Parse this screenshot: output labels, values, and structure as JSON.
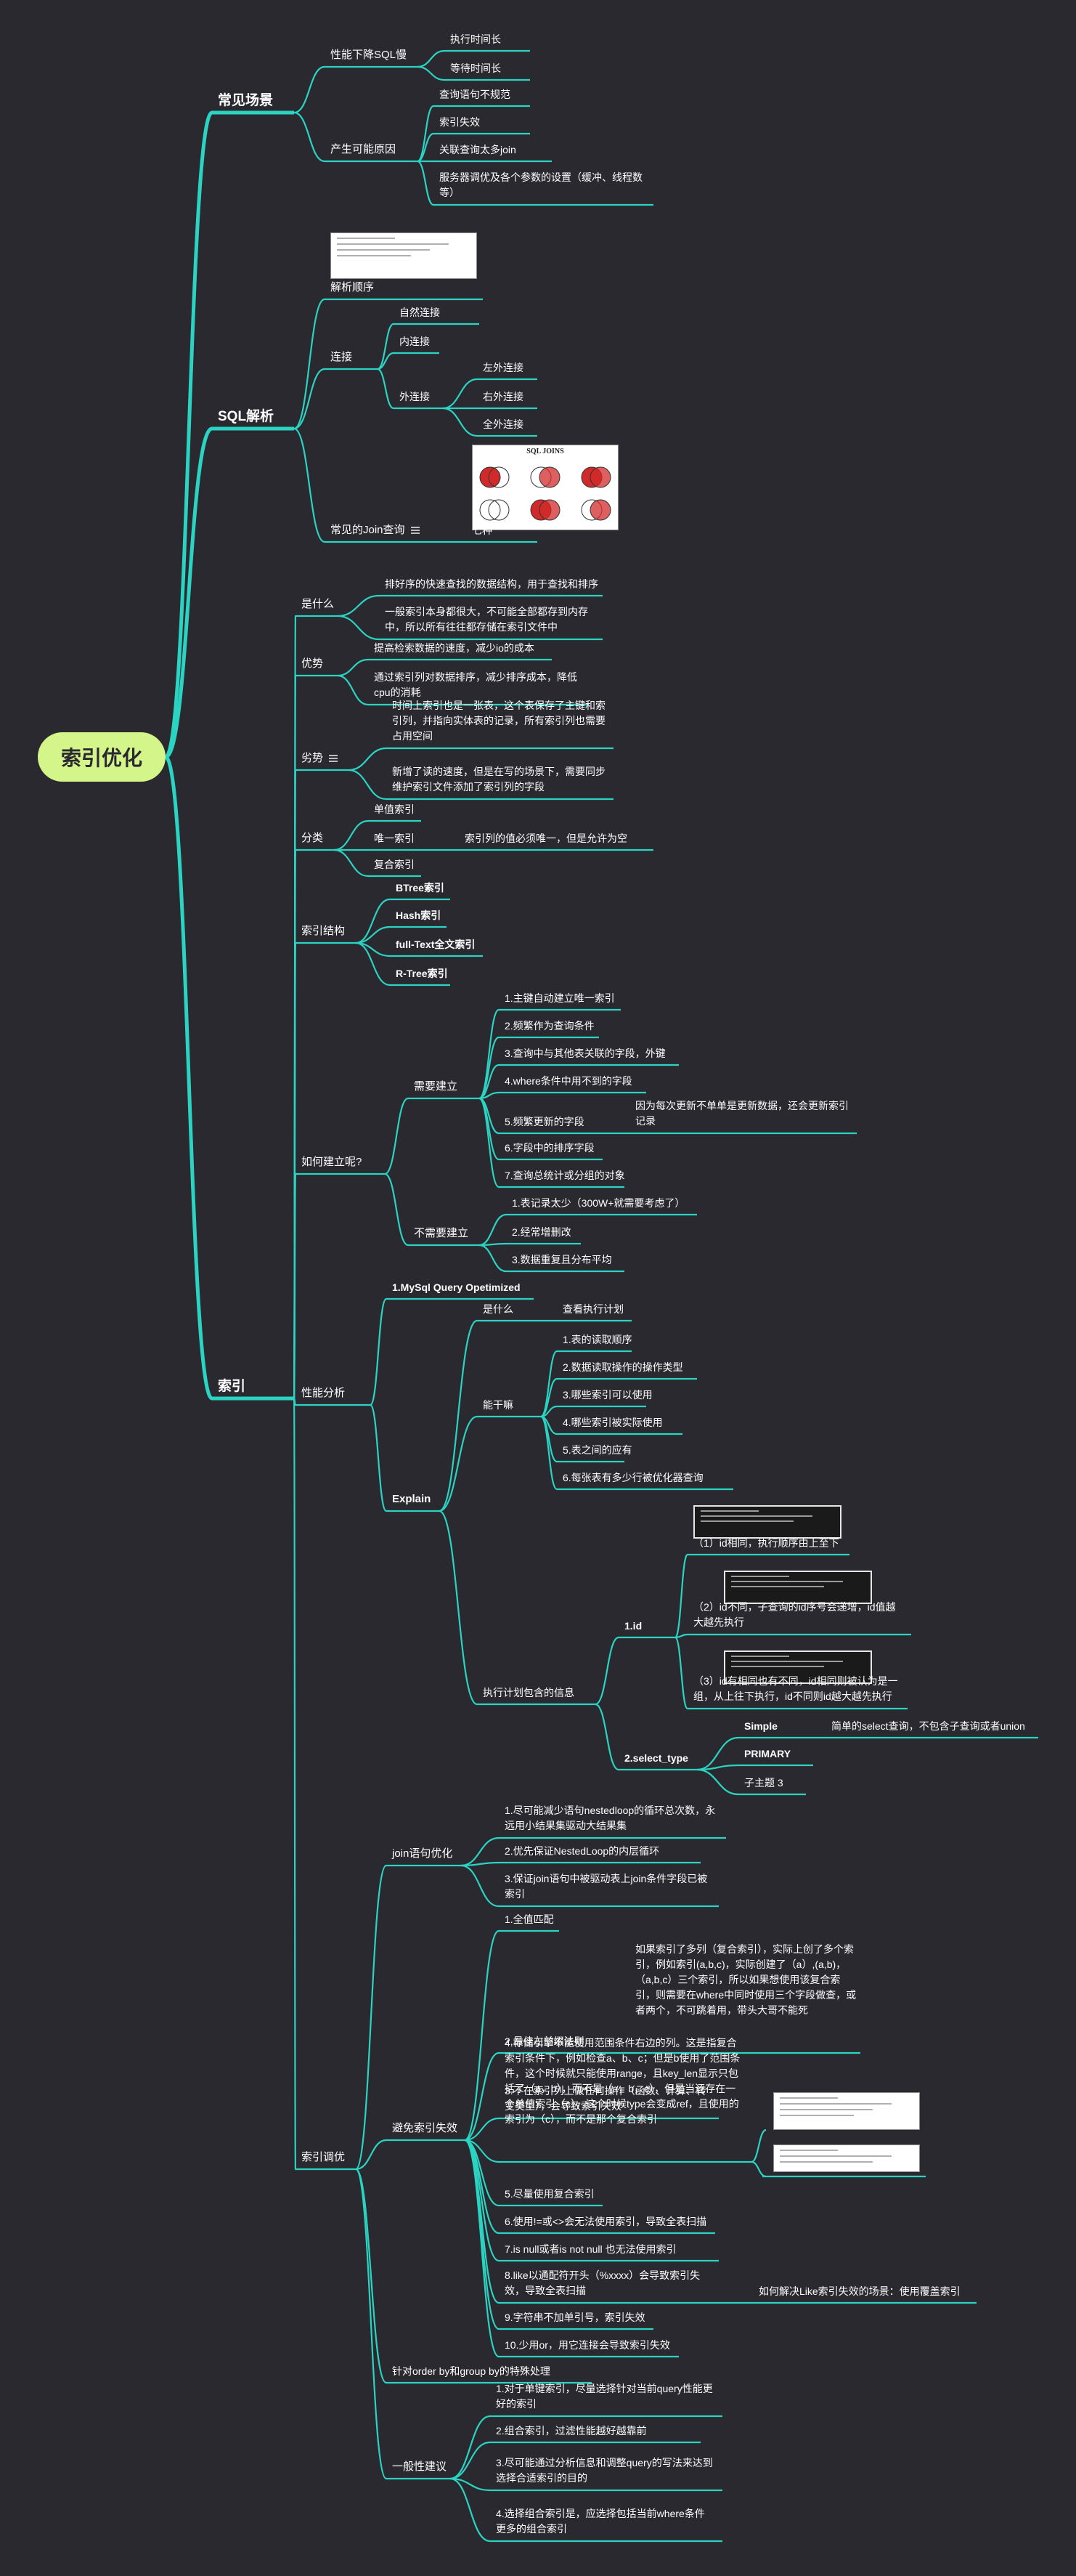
{
  "colors": {
    "background": "#2b2930",
    "line": "#2bd4c2",
    "root": "#d3f58a",
    "text": "#ffffff"
  },
  "root": "索引优化",
  "scenarios": {
    "title": "常见场景",
    "slow": {
      "label": "性能下降SQL慢",
      "items": [
        "执行时间长",
        "等待时间长"
      ]
    },
    "causes": {
      "label": "产生可能原因",
      "items": [
        "查询语句不规范",
        "索引失效",
        "关联查询太多join",
        "服务器调优及各个参数的设置（缓冲、线程数等）"
      ]
    }
  },
  "sql": {
    "title": "SQL解析",
    "parse_order": "解析顺序",
    "join": {
      "label": "连接",
      "items": [
        "自然连接",
        "内连接",
        "外连接"
      ],
      "outer": [
        "左外连接",
        "右外连接",
        "全外连接"
      ]
    },
    "common_join": {
      "label": "常见的Join查询",
      "value": "七种",
      "image_title": "SQL JOINS"
    }
  },
  "index": {
    "title": "索引",
    "what": {
      "label": "是什么",
      "items": [
        "排好序的快速查找的数据结构，用于查找和排序",
        "一般索引本身都很大，不可能全部都存到内存中，所以所有往往都存储在索引文件中"
      ]
    },
    "pros": {
      "label": "优势",
      "items": [
        "提高检索数据的速度，减少io的成本",
        "通过索引列对数据排序，减少排序成本，降低cpu的消耗"
      ]
    },
    "cons": {
      "label": "劣势",
      "items": [
        "时间上索引也是一张表，这个表保存了主键和索引列，并指向实体表的记录，所有索引列也需要占用空间",
        "新增了读的速度，但是在写的场景下，需要同步维护索引文件添加了索引列的字段"
      ]
    },
    "category": {
      "label": "分类",
      "items": [
        "单值索引",
        "唯一索引",
        "复合索引"
      ],
      "unique_note": "索引列的值必须唯一，但是允许为空"
    },
    "structure": {
      "label": "索引结构",
      "items": [
        "BTree索引",
        "Hash索引",
        "full-Text全文索引",
        "R-Tree索引"
      ]
    },
    "create": {
      "label": "如何建立呢?",
      "need": {
        "label": "需要建立",
        "items": [
          "1.主键自动建立唯一索引",
          "2.频繁作为查询条件",
          "3.查询中与其他表关联的字段，外键",
          "4.where条件中用不到的字段",
          "5.频繁更新的字段",
          "6.字段中的排序字段",
          "7.查询总统计或分组的对象"
        ],
        "note5": "因为每次更新不单单是更新数据，还会更新索引记录"
      },
      "no": {
        "label": "不需要建立",
        "items": [
          "1.表记录太少（300W+就需要考虑了）",
          "2.经常增删改",
          "3.数据重复且分布平均"
        ]
      }
    },
    "perf": {
      "label": "性能分析",
      "optimizer": "1.MySql Query Opetimized",
      "explain": {
        "label": "Explain",
        "what": {
          "label": "是什么",
          "value": "查看执行计划"
        },
        "can": {
          "label": "能干嘛",
          "items": [
            "1.表的读取顺序",
            "2.数据读取操作的操作类型",
            "3.哪些索引可以使用",
            "4.哪些索引被实际使用",
            "5.表之间的应有",
            "6.每张表有多少行被优化器查询"
          ]
        },
        "info": {
          "label": "执行计划包含的信息",
          "id": {
            "label": "1.id",
            "items": [
              "（1）id相同，执行顺序由上至下",
              "（2）id不同，子查询的id序号会递增，id值越大越先执行",
              "（3）id有相同也有不同，id相同则被认为是一组，从上往下执行，id不同则id越大越先执行"
            ]
          },
          "select_type": {
            "label": "2.select_type",
            "items": [
              "Simple",
              "PRIMARY",
              "子主题 3"
            ],
            "simple_note": "简单的select查询，不包含子查询或者union"
          }
        }
      }
    },
    "tuning": {
      "label": "索引调优",
      "join": {
        "label": "join语句优化",
        "items": [
          "1.尽可能减少语句nestedloop的循环总次数，永远用小结果集驱动大结果集",
          "2.优先保证NestedLoop的内层循环",
          "3.保证join语句中被驱动表上join条件字段已被索引"
        ]
      },
      "avoid": {
        "label": "避免索引失效",
        "items": [
          "1.全值匹配",
          "2.最佳左前缀法则",
          "3.不在索引列上做任何操作（函数、计算、转变类型），会导致索引失效",
          "4.存储引擎不能使用范围条件右边的列。这是指复合索引条件下，例如检查a、b、c；但是b使用了范围条件，这个时候就只能使用range，且key_len显示只包括了（a，b），而不是（a，b，c），但是当还存在一个单值索引（c），这个时候type会变成ref，且使用的索引为（c），而不是那个复合索引",
          "5.尽量使用复合索引",
          "6.使用!=或<>会无法使用索引，导致全表扫描",
          "7.is null或者is not null 也无法使用索引",
          "8.like以通配符开头（%xxxx）会导致索引失效，导致全表扫描",
          "9.字符串不加单引号，索引失效",
          "10.少用or，用它连接会导致索引失效"
        ],
        "note2": "如果索引了多列（复合索引），实际上创了多个索引，例如索引(a,b,c)，实际创建了（a）,(a,b)，（a,b,c）三个索引，所以如果想使用该复合索引，则需要在where中同时使用三个字段做查，或者两个，不可跳着用，带头大哥不能死",
        "note8": "如何解决Like索引失效的场景：使用覆盖索引"
      },
      "orderby": "针对order by和group by的特殊处理",
      "advice": {
        "label": "一般性建议",
        "items": [
          "1.对于单键索引，尽量选择针对当前query性能更好的索引",
          "2.组合索引，过滤性能越好越靠前",
          "3.尽可能通过分析信息和调整query的写法来达到选择合适索引的目的",
          "4.选择组合索引是，应选择包括当前where条件更多的组合索引"
        ]
      }
    }
  }
}
